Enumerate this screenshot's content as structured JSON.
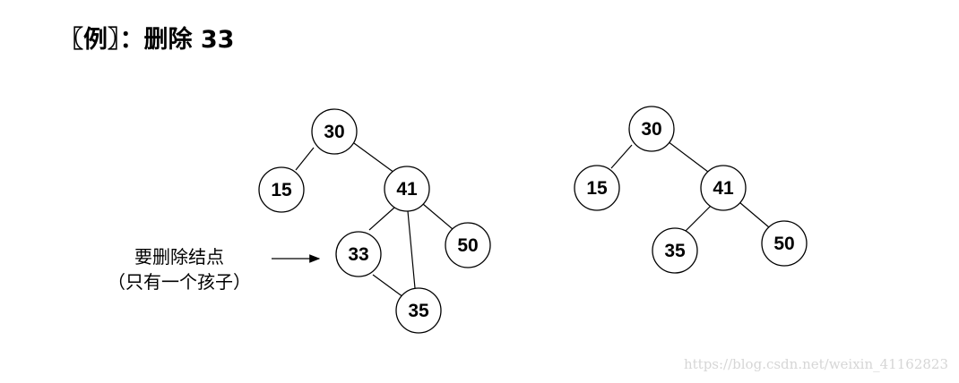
{
  "title": "〖例〗：删除 33",
  "annotation": {
    "line1": "要删除结点",
    "line2": "（只有一个孩子）"
  },
  "watermark": "https://blog.csdn.net/weixin_41162823",
  "before_tree": {
    "nodes": [
      "30",
      "15",
      "41",
      "33",
      "50",
      "35"
    ]
  },
  "after_tree": {
    "nodes": [
      "30",
      "15",
      "41",
      "35",
      "50"
    ]
  },
  "colors": {
    "stroke": "#000000",
    "fill": "#ffffff",
    "watermark": "#d6d6d6"
  }
}
